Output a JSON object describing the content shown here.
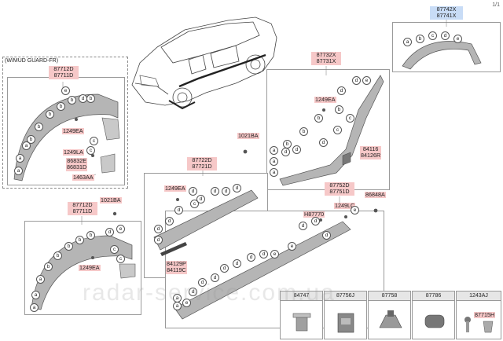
{
  "page_indicator": "1/1",
  "watermark": "radar-service.com.ua",
  "mud_guard_label": "(W/MUD GUARD-FR)",
  "callouts": {
    "a": "a",
    "b": "b",
    "c": "c",
    "d": "d",
    "e": "e"
  },
  "part_numbers": {
    "top_right": [
      "87742X",
      "87741X"
    ],
    "mudguard_fr": [
      "87712D",
      "87711D"
    ],
    "front_door": [
      "87732X",
      "87731X"
    ],
    "center": [
      "87722D",
      "87721D"
    ],
    "lower_left": [
      "87712D",
      "87711D"
    ],
    "side_sill": [
      "87752D",
      "87751D"
    ],
    "p1249ea_a": "1249EA",
    "p1249ea_b": "1249EA",
    "p1249ea_c": "1249EA",
    "p1249ea_d": "1249EA",
    "p1249la": "1249LA",
    "p86832e": "86832E",
    "p86831d": "86831D",
    "p1463aa": "1463AA",
    "p1021ba_a": "1021BA",
    "p1021ba_b": "1021BA",
    "p84116": "84116",
    "p84126r": "84126R",
    "p86848a": "86848A",
    "p1249lc": "1249LC",
    "ph87770": "H87770",
    "p84129p": "84129P",
    "p84119c": "84119C"
  },
  "thumbnails": [
    {
      "code": "84747"
    },
    {
      "code": "87756J"
    },
    {
      "code": "87758"
    },
    {
      "code": "87786"
    },
    {
      "code": "1243AJ",
      "extra": "87715H"
    }
  ]
}
